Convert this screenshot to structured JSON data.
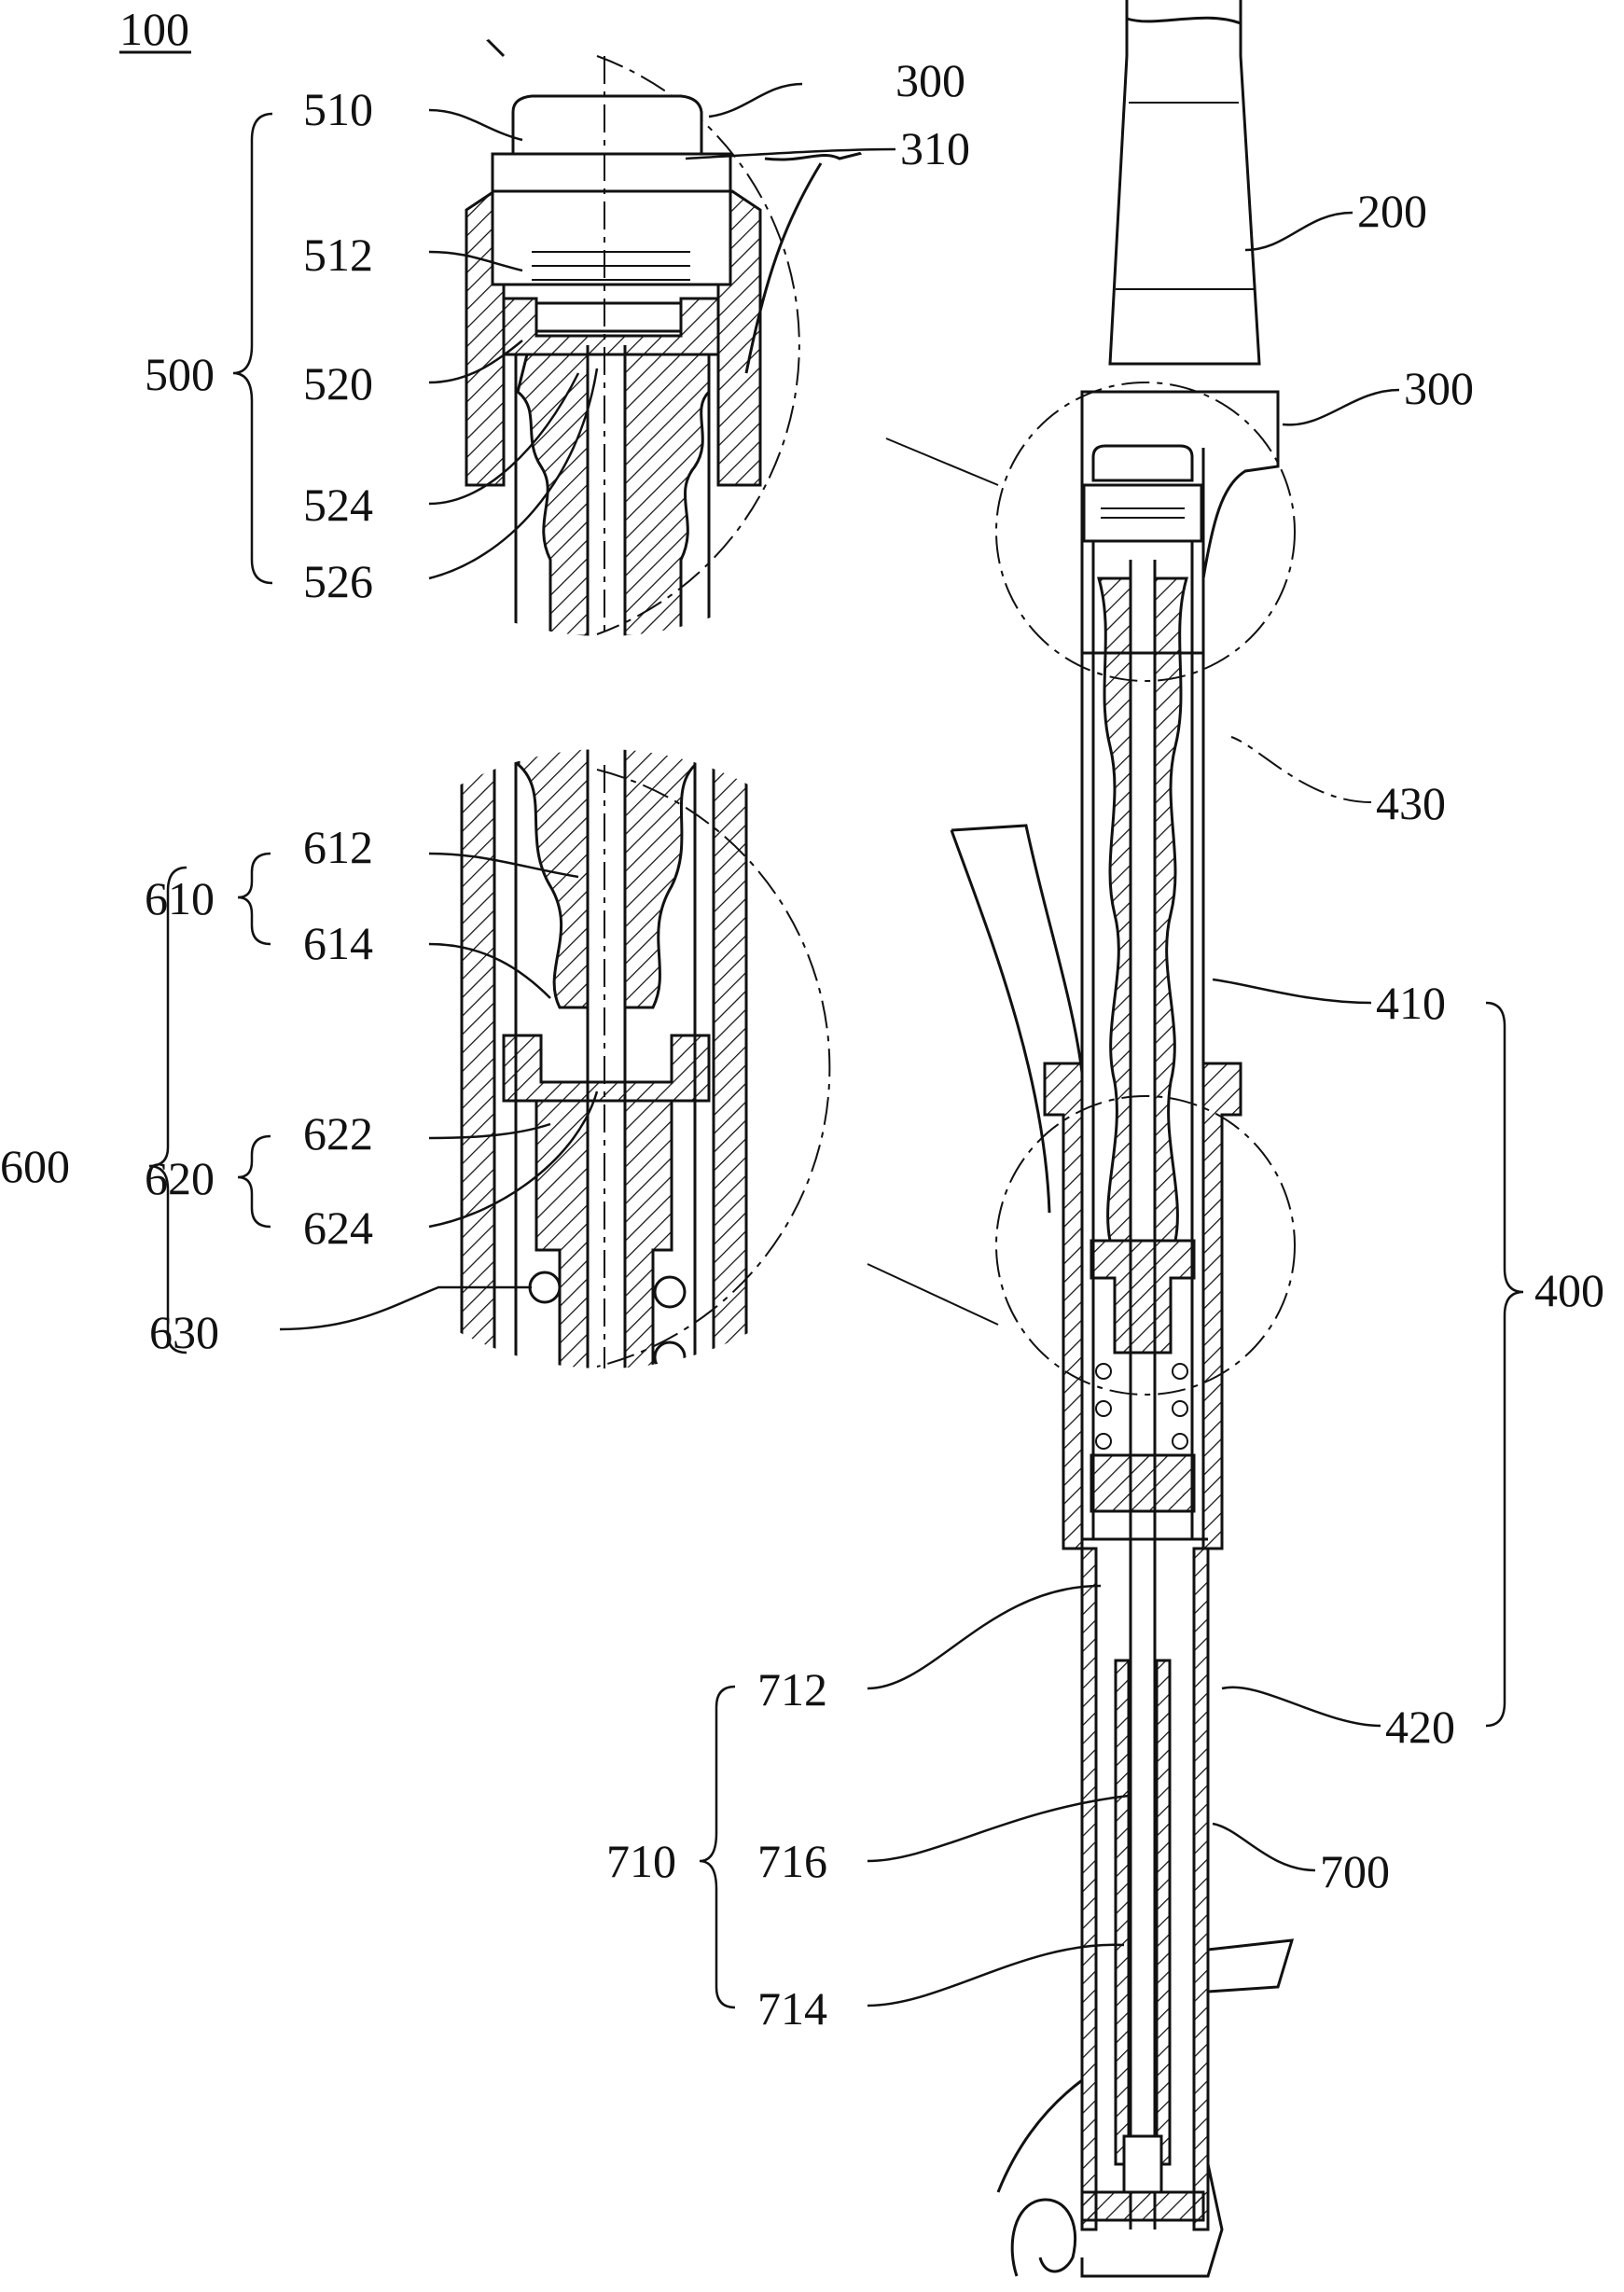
{
  "figure": {
    "reference": "100"
  },
  "labels": {
    "l200": "200",
    "l300a": "300",
    "l300b": "300",
    "l310": "310",
    "l400": "400",
    "l410": "410",
    "l420": "420",
    "l430": "430",
    "l500": "500",
    "l510": "510",
    "l512": "512",
    "l520": "520",
    "l524": "524",
    "l526": "526",
    "l600": "600",
    "l610": "610",
    "l612": "612",
    "l614": "614",
    "l620": "620",
    "l622": "622",
    "l624": "624",
    "l630": "630",
    "l700": "700",
    "l710": "710",
    "l712": "712",
    "l714": "714",
    "l716": "716"
  }
}
